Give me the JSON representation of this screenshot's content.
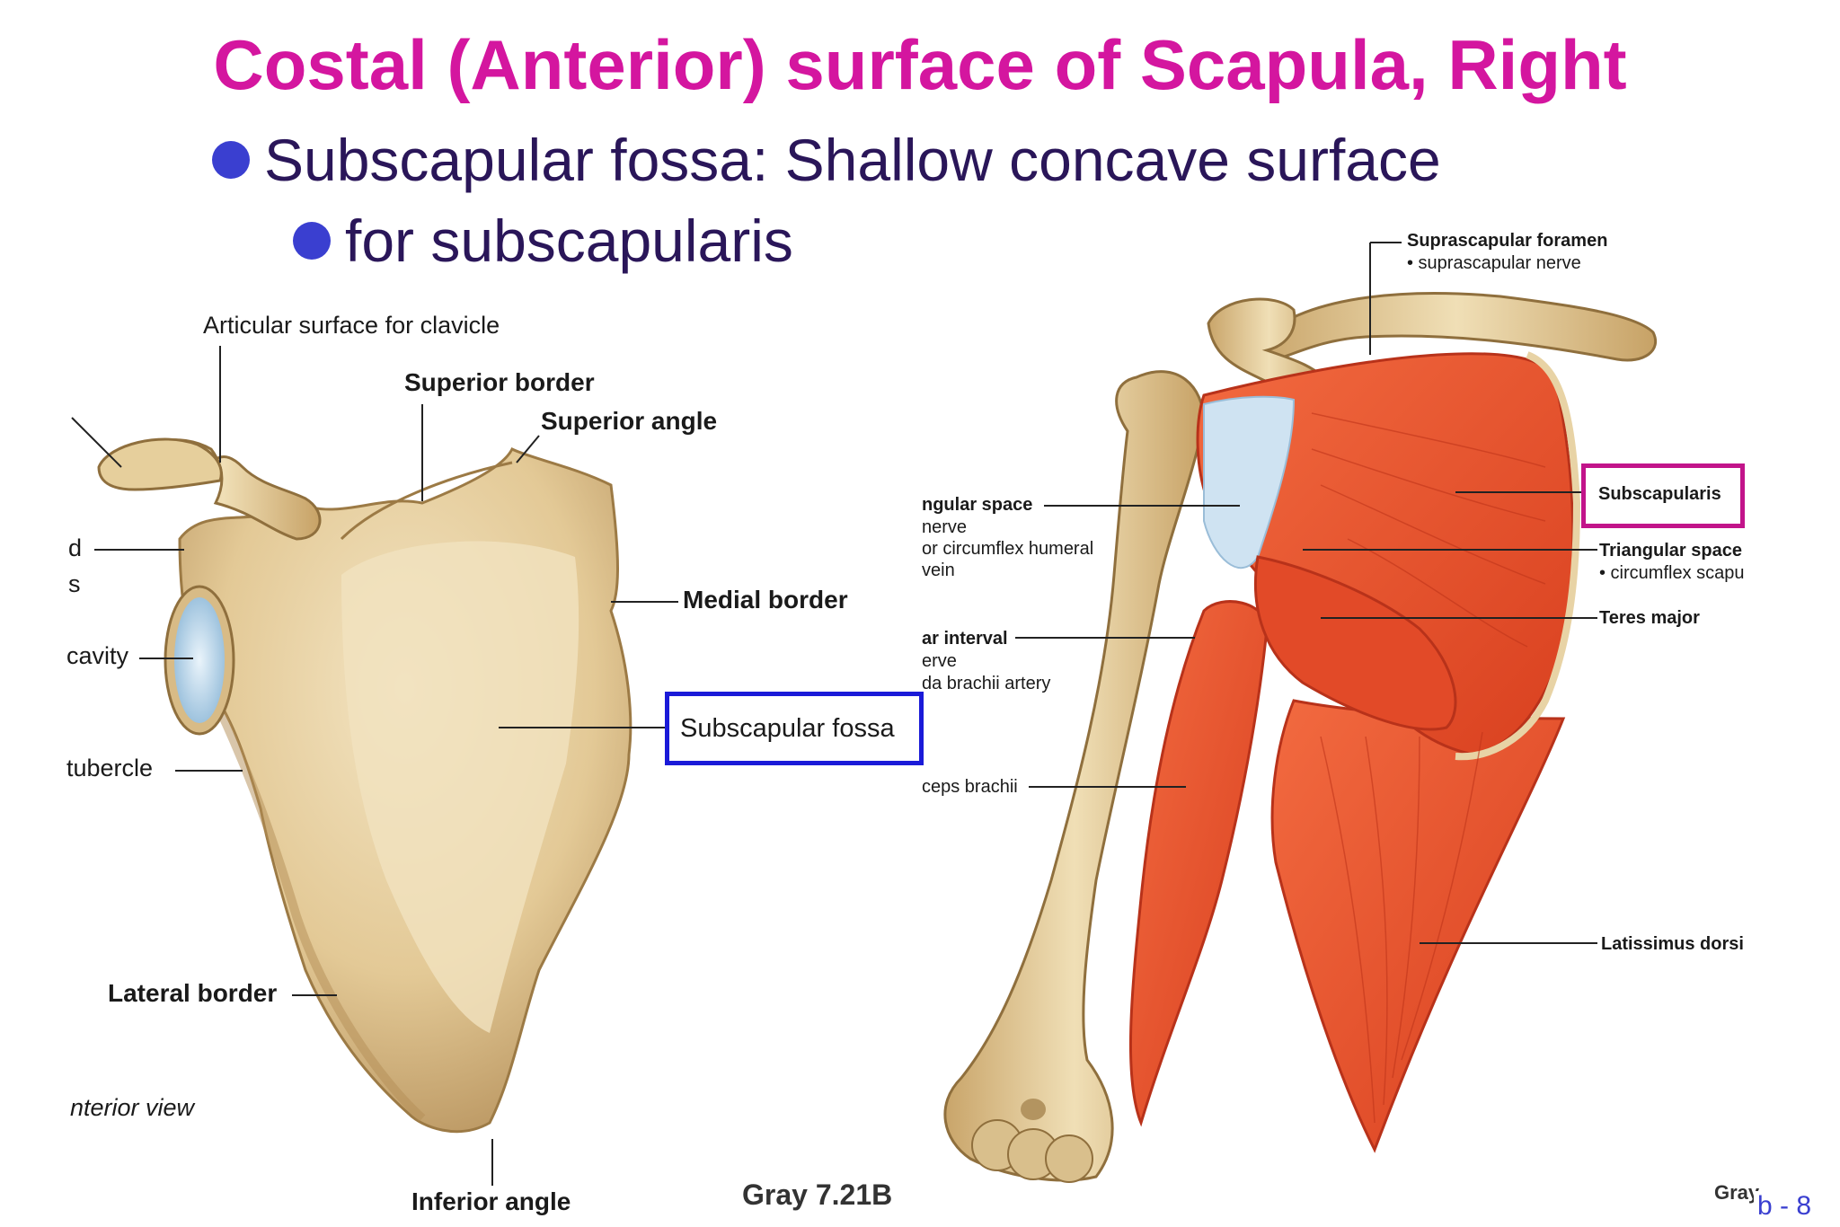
{
  "title": "Costal (Anterior) surface of Scapula, Right",
  "bullets": [
    "Subscapular fossa: Shallow concave surface",
    "for subscapularis"
  ],
  "left_figure": {
    "labels": {
      "articular_surface": "Articular surface for clavicle",
      "superior_border": "Superior border",
      "superior_angle": "Superior angle",
      "medial_border": "Medial border",
      "subscapular_fossa": "Subscapular fossa",
      "cut_d": "d",
      "cut_s": "s",
      "cavity": "cavity",
      "tubercle": "tubercle",
      "lateral_border": "Lateral border",
      "view": "nterior view",
      "inferior_angle": "Inferior angle"
    },
    "credit": "Gray 7.21B"
  },
  "right_figure": {
    "labels": {
      "suprascapular_foramen": "Suprascapular foramen",
      "suprascapular_nerve": "• suprascapular nerve",
      "subscapularis": "Subscapularis",
      "triangular_space": "Triangular space",
      "circumflex_scapular": "• circumflex scapu",
      "teres_major": "Teres major",
      "latissimus_dorsi": "Latissimus dorsi",
      "quad_space": "ngular space",
      "quad_nerve": "nerve",
      "quad_circumflex": "or circumflex humeral",
      "quad_vein": "vein",
      "tri_interval": "ar interval",
      "tri_nerve": "erve",
      "tri_artery": "da brachii artery",
      "triceps": "ceps brachii"
    },
    "credit": "Gray"
  },
  "page_number": "b - 8",
  "colors": {
    "title": "#d4169f",
    "text": "#2a1659",
    "bullet": "#3a3fd0",
    "callout_blue": "#1a1ad8",
    "callout_magenta": "#c2148a",
    "bone": "#e6cf9c",
    "muscle": "#ee5a32",
    "cartilage": "#b8d8ee"
  }
}
